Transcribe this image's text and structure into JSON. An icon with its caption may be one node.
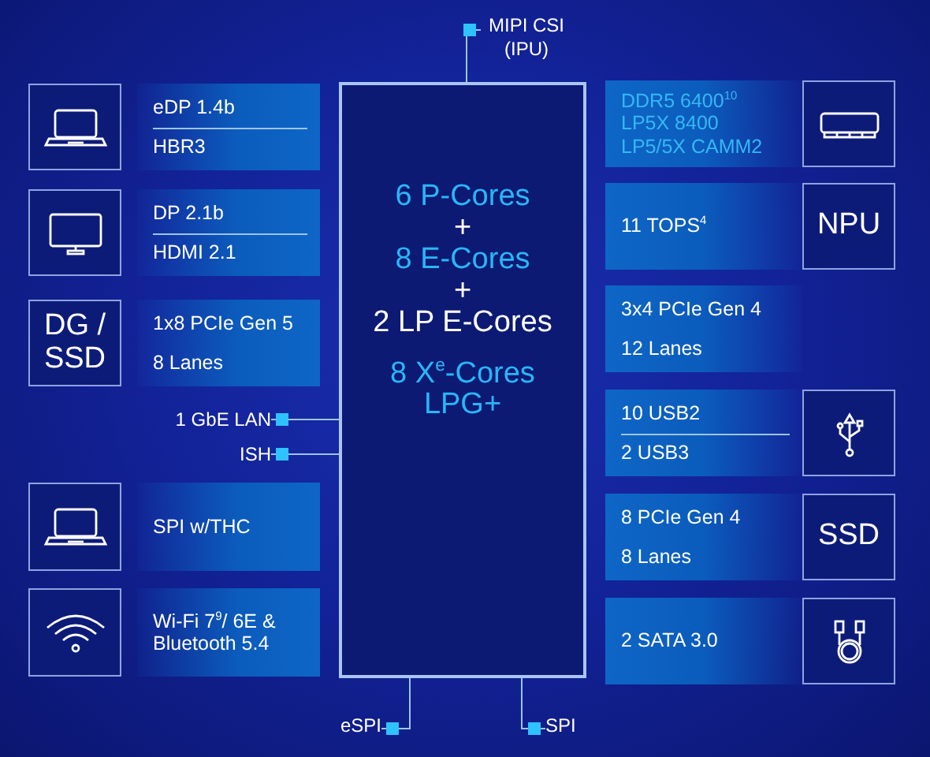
{
  "diagram": {
    "nodes": [
      {
        "text": [
          "6 P-Cores",
          "+",
          "8 E-Cores",
          "+",
          "2 LP E-Cores",
          "8 X$^{e}$-Cores LPG+"
        ]
      },
      {
        "text": [],
        "shape": "box"
      },
      {
        "text": [
          "eDP 1.4b",
          "HBR3"
        ]
      },
      {
        "text": [],
        "shape": "box"
      },
      {
        "text": [
          "DP 2.1b",
          "HDMI 2.1"
        ]
      },
      {
        "text": [
          "DG / SSD"
        ]
      },
      {
        "text": [
          "1x8 PCIe Gen 5",
          "8 Lanes"
        ]
      },
      {
        "text": [],
        "shape": "box"
      },
      {
        "text": [
          "SPI w/THC"
        ]
      },
      {
        "text": [],
        "shape": "box"
      },
      {
        "text": [
          "Wi-Fi 7$^{9}$/ 6E & Bluetooth 5.4"
        ]
      },
      {
        "text": [
          "DDR5 6400$^{10}$",
          "LP5X 8400",
          "LP5/5X CAMM2"
        ]
      },
      {
        "text": [],
        "shape": "box"
      },
      {
        "text": [
          "11 TOPS$^{4}$"
        ]
      },
      {
        "text": [
          "NPU"
        ]
      },
      {
        "text": [
          "3x4 PCIe Gen 4",
          "12 Lanes"
        ]
      },
      {
        "text": [
          "10 USB2",
          "2 USB3"
        ]
      },
      {
        "text": [],
        "shape": "box"
      },
      {
        "text": [
          "8 PCIe Gen 4",
          "8 Lanes"
        ]
      },
      {
        "text": [
          "SSD"
        ]
      },
      {
        "text": [
          "2 SATA 3.0"
        ]
      },
      {
        "text": [],
        "shape": "box"
      },
      {
        "text": [
          "MIPI CSI (IPU)"
        ]
      },
      {
        "text": [
          "1 GbE LAN"
        ]
      },
      {
        "text": [
          "ISH"
        ]
      },
      {
        "text": [
          "eSPI"
        ]
      },
      {
        "text": [
          "SPI"
        ]
      }
    ],
    "edges": [
      {
        "from": 22,
        "to": 0,
        "arrow": "other"
      },
      {
        "from": 23,
        "to": 0,
        "arrow": "other"
      },
      {
        "from": 24,
        "to": 0,
        "arrow": "other"
      },
      {
        "from": 25,
        "to": 0,
        "arrow": "other"
      },
      {
        "from": 26,
        "to": 0,
        "arrow": "other"
      }
    ]
  }
}
